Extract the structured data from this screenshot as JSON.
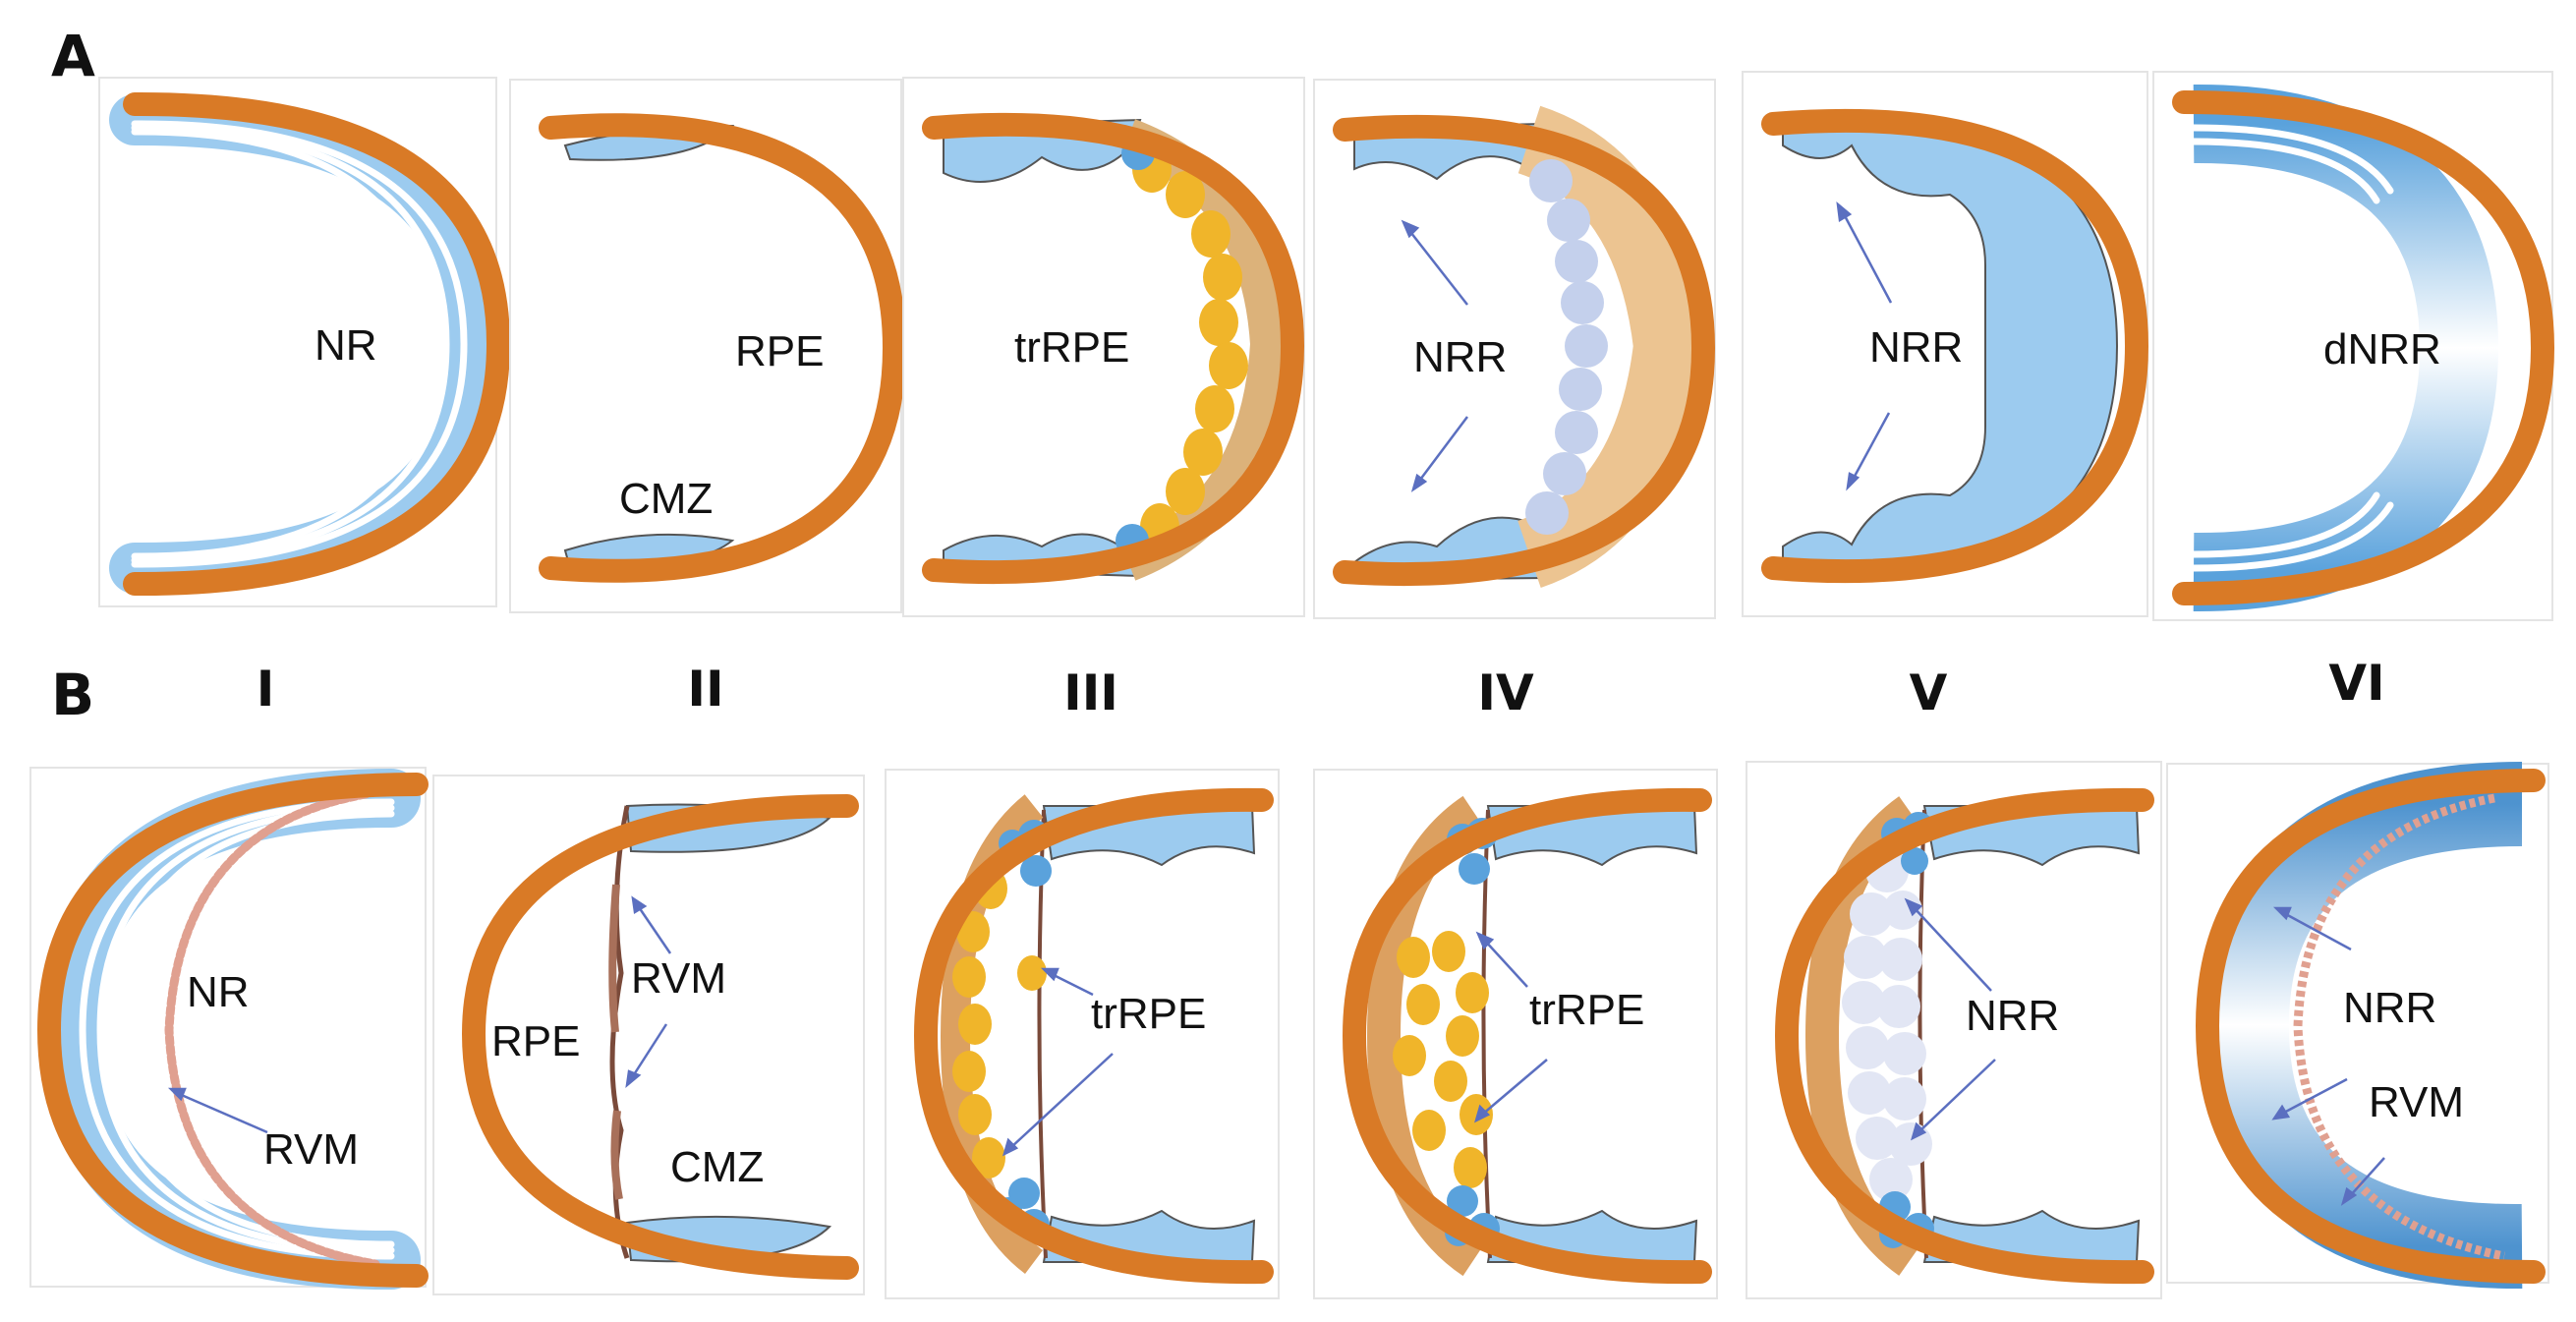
{
  "panels": {
    "a": "A",
    "b": "B"
  },
  "stages": [
    "I",
    "II",
    "III",
    "IV",
    "V",
    "VI"
  ],
  "row_a": {
    "i": [
      "NR"
    ],
    "ii": [
      "RPE",
      "CMZ"
    ],
    "iii": [
      "trRPE"
    ],
    "iv": [
      "NRR"
    ],
    "v": [
      "NRR"
    ],
    "vi": [
      "dNRR"
    ]
  },
  "row_b": {
    "i": [
      "NR",
      "RVM"
    ],
    "ii": [
      "RVM",
      "RPE",
      "CMZ"
    ],
    "iii": [
      "trRPE"
    ],
    "iv": [
      "trRPE"
    ],
    "v": [
      "NRR"
    ],
    "vi": [
      "NRR",
      "RVM"
    ]
  },
  "colors": {
    "rpe": "#d97a26",
    "retina": "#9ccbef",
    "retina_dark": "#5aa2dc",
    "trrpe": "#f0b52a",
    "nrr_light": "#c4d0ec",
    "inner_tan": "#ecc491",
    "rvm": "#e0a090",
    "arrow": "#5b6fc0"
  }
}
